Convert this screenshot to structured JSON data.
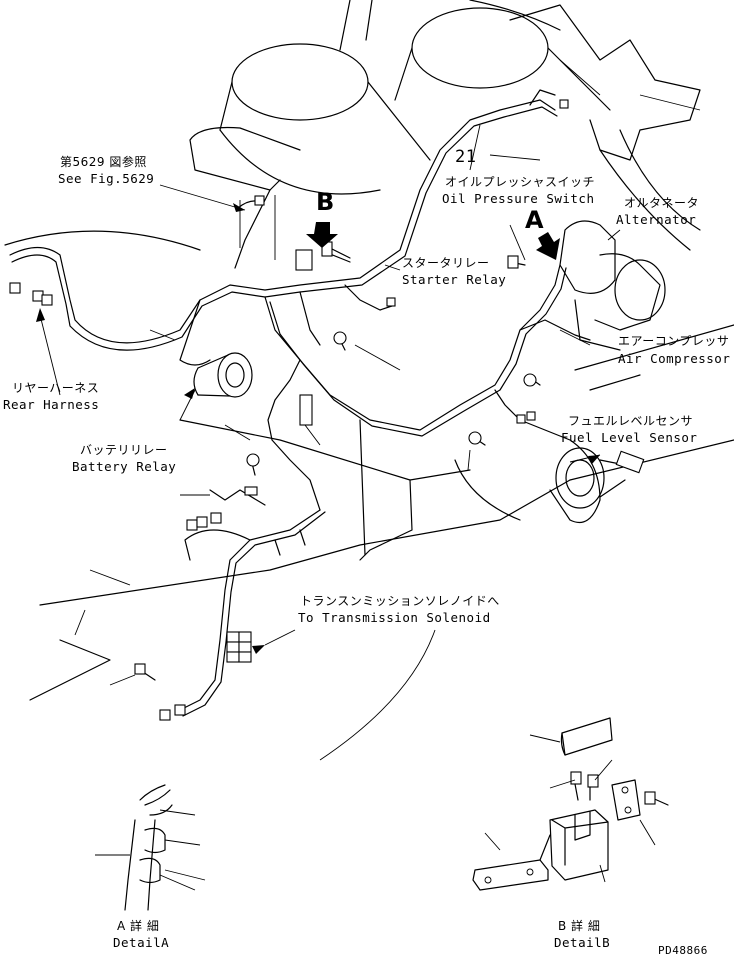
{
  "figure_ref": {
    "jp": "第5629 図参照",
    "en": "See Fig.5629"
  },
  "view_markers": {
    "a": "A",
    "b": "B"
  },
  "callout_number": "21",
  "labels": {
    "oil_pressure_switch": {
      "jp": "オイルプレッシャスイッチ",
      "en": "Oil Pressure Switch"
    },
    "alternator": {
      "jp": "オルタネータ",
      "en": "Alternator"
    },
    "starter_relay": {
      "jp": "スタータリレー",
      "en": "Starter Relay"
    },
    "air_compressor": {
      "jp": "エアーコンプレッサ",
      "en": "Air Compressor"
    },
    "rear_harness": {
      "jp": "リヤーハーネス",
      "en": "Rear Harness"
    },
    "battery_relay": {
      "jp": "バッテリリレー",
      "en": "Battery Relay"
    },
    "fuel_level_sensor": {
      "jp": "フュエルレベルセンサ",
      "en": "Fuel Level Sensor"
    },
    "transmission_solenoid": {
      "jp": "トランスンミッションソレノイドへ",
      "en": "To Transmission Solenoid"
    }
  },
  "details": {
    "a": {
      "jp": "A 詳 細",
      "en": "DetailA"
    },
    "b": {
      "jp": "B 詳 細",
      "en": "DetailB"
    }
  },
  "drawing_number": "PD48866"
}
